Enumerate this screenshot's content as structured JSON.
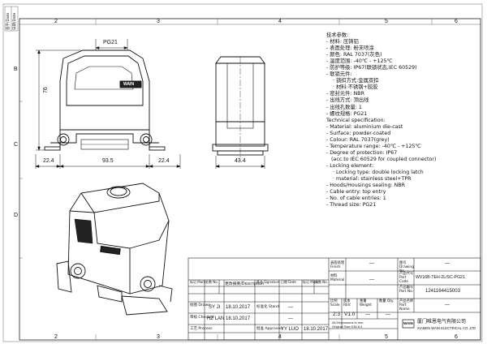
{
  "frame": {
    "cols_top": [
      "2",
      "3",
      "4",
      "5",
      "6"
    ],
    "cols_bottom": [
      "2",
      "3",
      "4",
      "5",
      "6"
    ],
    "rows_left": [
      "B",
      "C",
      "D"
    ],
    "left_strip": [
      "签字/Date",
      "日期/Date",
      "Change"
    ]
  },
  "dimensions": {
    "pg_top": "PG21",
    "height": "76",
    "left_flange": "22.4",
    "width": "93.5",
    "right_flange": "22.4",
    "side_width": "43.4"
  },
  "product_mark": "WAIN",
  "spec": [
    "技术参数:",
    "- 材料: 压铸铝",
    "- 表面处理: 粉末喷涂",
    "- 颜色: RAL 7037(灰色)",
    "- 温度范围: -40℃ - +125℃",
    "- 防护等级: IP67(联锁状态,IEC 60529)",
    "- 联锁元件:",
    "  · 锁扣方式:金属双扣",
    "  · 材料:不锈钢+胶胶",
    "- 密封元件: NBR",
    "- 出线方式: 顶出线",
    "- 出线孔数量: 1",
    "- 螺纹规格: PG21",
    "Technical specification:",
    "- Material: aluminium die-cast",
    "- Surface: powder-coated",
    "- Colour: RAL 7037(grey)",
    "- Temperature range: -40℃ - +125℃",
    "- Degree of protection: IP67",
    "  (acc.to IEC 60529 for coupled connector)",
    "- Locking element:",
    "  · Locking type: double locking latch",
    "  · material: stainless steel+TPR",
    "- Hoods/Housings sealing: NBR",
    "- Cable entry: top entry",
    "- No. of cable entries: 1",
    "- Thread size: PG21"
  ],
  "title_block": {
    "surface_label": "表面处理 Finish",
    "surface_value": "—",
    "drawing_label": "图号 Drawing No.",
    "drawing_value": "—",
    "material_label": "材料 Material",
    "material_value": "—",
    "partcode_label": "产品代号 Part Code",
    "partcode_value": "WV16B-TEH-2L/SC-PG21",
    "partno_label": "产品编号 Part No.",
    "partno_value": "1241164415003",
    "partname_label": "产品名称 Part Name",
    "partname_value": "—",
    "scale_label": "比例 Scale",
    "scale_value": "2:3",
    "rev_label": "版本 REV.",
    "rev_value": "V1.0",
    "weight_label": "重量 Weight",
    "weight_value": "—",
    "qty_label": "数量 Qty.",
    "qty_value": "—",
    "sheet_value": "1",
    "units_note": "All Dimensions in mm",
    "paper_note": "Original Size DIN A 4",
    "company_cn": "厦门唯恩电气有限公司",
    "company_en": "XIAMEN WAIN ELECTRICAL CO.,LTD",
    "logo": "WAIN",
    "head_mark": "标记 Mark",
    "head_qty": "处数 No.",
    "head_change": "更改摘要/Description",
    "head_sign": "签名 Signature",
    "head_date": "日期 Date",
    "head_mark2": "标记 Mark",
    "head_qty2": "处数 No.",
    "head_sign2": "签名 Signature",
    "head_date2": "日期 Date",
    "drawn_label": "绘图 Drawn",
    "drawn_name": "SY JI",
    "drawn_date": "18.10.2017",
    "std_label": "标准化 Stand",
    "std_value": "—",
    "checked_label": "审核 Checked",
    "checked_name": "HZ LAN",
    "checked_date": "18.10.2017",
    "process_label": "工艺 Process",
    "approved_label": "批准 Approved",
    "approved_name": "YY LUO",
    "approved_date": "18.10.2017",
    "dash": "—"
  }
}
